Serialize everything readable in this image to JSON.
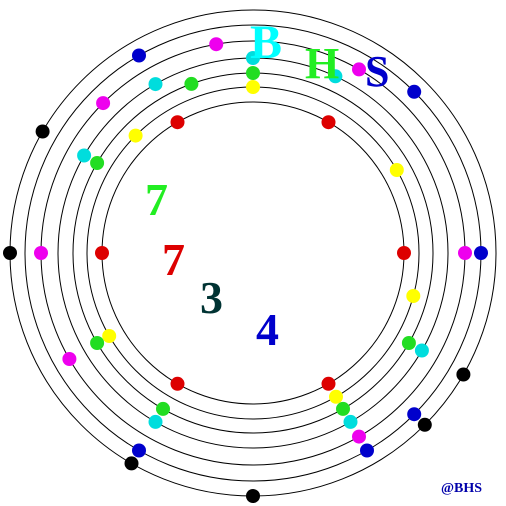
{
  "rings": [
    {
      "name": "ring-1",
      "dot_color": "#dd0000",
      "dot_angles_deg": [
        0,
        60,
        120,
        180,
        240,
        300
      ]
    },
    {
      "name": "ring-2",
      "dot_color": "#ffff00",
      "dot_angles_deg": [
        30,
        90,
        135,
        210,
        300,
        345
      ]
    },
    {
      "name": "ring-3",
      "dot_color": "#22dd22",
      "dot_angles_deg": [
        90,
        110,
        150,
        210,
        240,
        300,
        330
      ]
    },
    {
      "name": "ring-4",
      "dot_color": "#00dddd",
      "dot_angles_deg": [
        65,
        90,
        120,
        150,
        240,
        300,
        330
      ]
    },
    {
      "name": "ring-5",
      "dot_color": "#ee00ee",
      "dot_angles_deg": [
        0,
        60,
        100,
        135,
        180,
        210,
        300
      ]
    },
    {
      "name": "ring-6",
      "dot_color": "#0000cc",
      "dot_angles_deg": [
        0,
        45,
        120,
        240,
        315,
        300
      ]
    },
    {
      "name": "ring-7",
      "dot_color": "#000000",
      "dot_angles_deg": [
        150,
        180,
        240,
        270,
        315,
        330
      ]
    }
  ],
  "labels": {
    "letter_b": {
      "text": "B",
      "color": "#00ffff"
    },
    "letter_h": {
      "text": "H",
      "color": "#22ee22"
    },
    "letter_s": {
      "text": "S",
      "color": "#0000cc"
    },
    "num_7_green": {
      "text": "7",
      "color": "#22ee22"
    },
    "num_7_red": {
      "text": "7",
      "color": "#dd0000"
    },
    "num_3": {
      "text": "3",
      "color": "#003333"
    },
    "num_4": {
      "text": "4",
      "color": "#0000cc"
    }
  },
  "credit": {
    "text": "@BHS",
    "color": "#0000aa"
  }
}
